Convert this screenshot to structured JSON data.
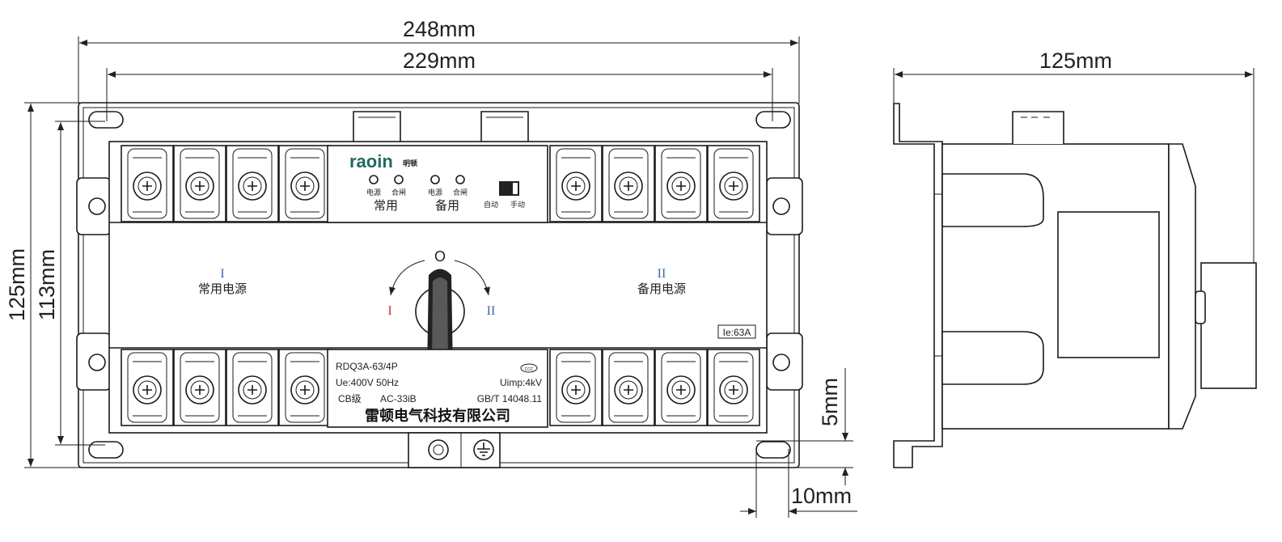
{
  "dimensions": {
    "overall_width": "248mm",
    "mount_width": "229mm",
    "overall_height": "125mm",
    "mount_height": "113mm",
    "side_depth": "125mm",
    "slot_offset_v": "5mm",
    "slot_offset_h": "10mm"
  },
  "panel": {
    "logo": "raoin",
    "logo_sub": "明顿",
    "led_power": "电源",
    "led_close": "合闸",
    "group_normal": "常用",
    "group_standby": "备用",
    "mode_auto": "自动",
    "mode_manual": "手动"
  },
  "middle": {
    "normal_numeral": "I",
    "normal_label": "常用电源",
    "standby_numeral": "II",
    "standby_label": "备用电源",
    "handle_off": "O",
    "handle_left": "I",
    "handle_right": "II",
    "rating_badge": "Ie:63A"
  },
  "nameplate": {
    "model": "RDQ3A-63/4P",
    "voltage": "Ue:400V 50Hz",
    "class": "CB级",
    "category": "AC-33iB",
    "cert_mark": "CCC",
    "uimp": "Uimp:4kV",
    "standard": "GB/T 14048.11",
    "company": "雷顿电气科技有限公司"
  },
  "colors": {
    "logo": "#1f6b63",
    "logo_accent": "#d8262c"
  }
}
